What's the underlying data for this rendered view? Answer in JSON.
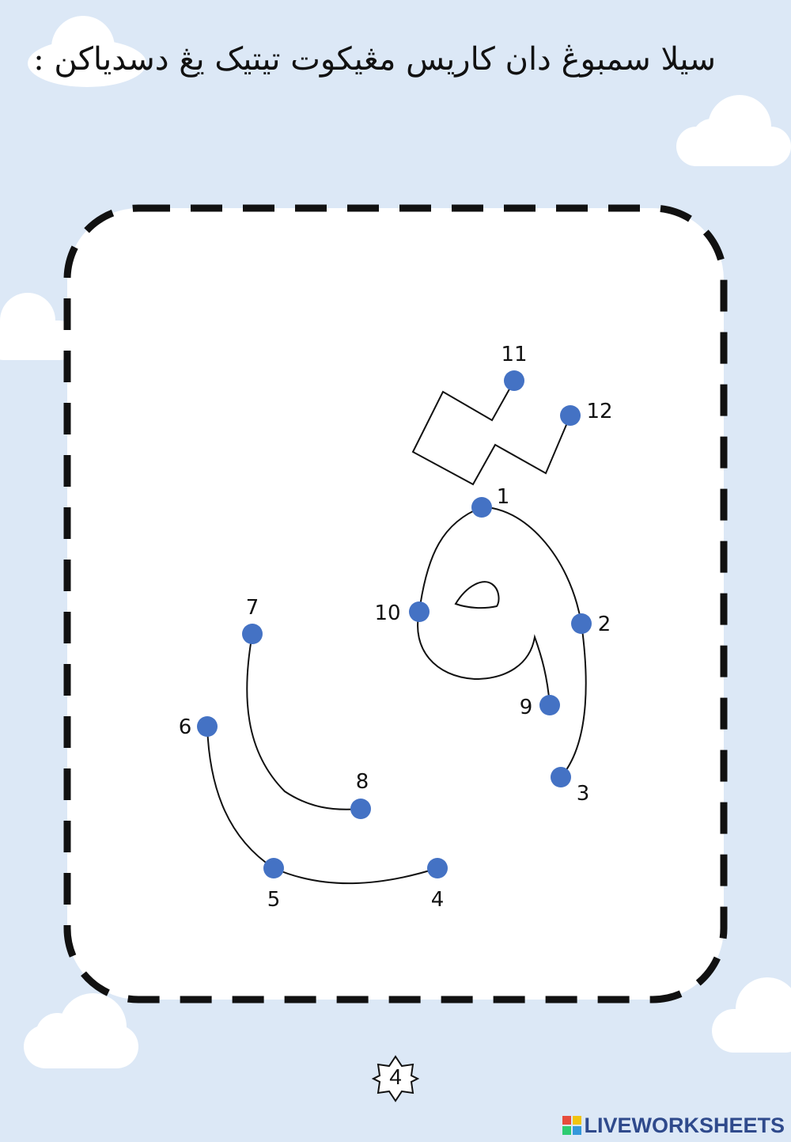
{
  "instruction": "سيلا سمبوڠ دان کاريس مڠيکوت تيتيک يڠ دسدياکن :",
  "colors": {
    "background": "#dce8f6",
    "dot": "#4472c4",
    "border": "#111111",
    "brand": "#2f4a8c"
  },
  "dot_labels": [
    "1",
    "2",
    "3",
    "4",
    "5",
    "6",
    "7",
    "8",
    "9",
    "10",
    "11",
    "12"
  ],
  "page_number": "4",
  "brand": {
    "logo_icon": "liveworksheets-logo-icon",
    "name": "LIVEWORKSHEETS"
  }
}
